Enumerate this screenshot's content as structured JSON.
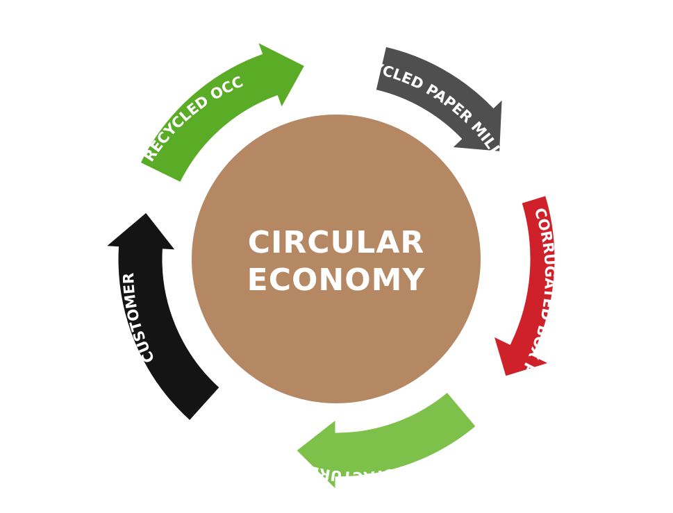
{
  "center": {
    "line1": "CIRCULAR",
    "line2": "ECONOMY",
    "color": "#b98a65"
  },
  "segments": [
    {
      "id": "recycled-paper-mill",
      "label": "RECYCLED PAPER MILL",
      "color": "#4f4f4f"
    },
    {
      "id": "corrugated-box-plant",
      "label": "CORRUGATED BOX PLANT",
      "color": "#cf2129"
    },
    {
      "id": "manufacturer",
      "label": "MANUFACTURER",
      "color": "#7dc04a"
    },
    {
      "id": "customer",
      "label": "CUSTOMER",
      "color": "#141414"
    },
    {
      "id": "recycled-occ",
      "label": "RECYCLED OCC",
      "color": "#5aab25"
    }
  ]
}
